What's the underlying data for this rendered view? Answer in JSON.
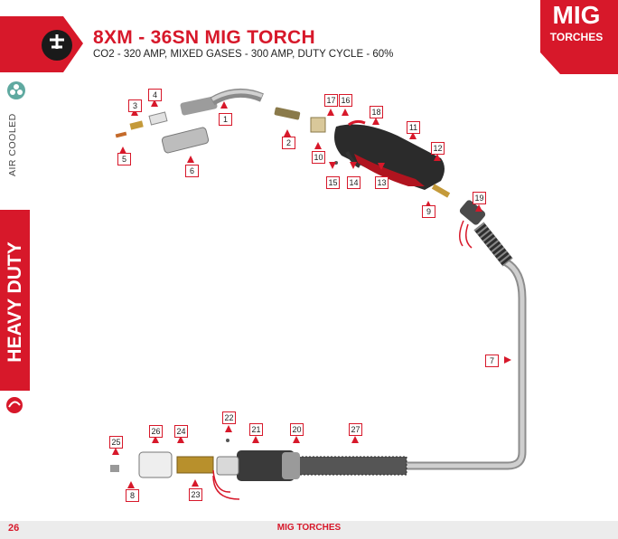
{
  "header": {
    "title": "8XM - 36SN MIG TORCH",
    "subtitle": "CO2 - 320 AMP, MIXED GASES - 300 AMP, DUTY CYCLE - 60%"
  },
  "corner_badge": {
    "line1": "MIG",
    "line2": "TORCHES"
  },
  "side": {
    "cooling": "AIR COOLED",
    "category": "HEAVY DUTY"
  },
  "footer": {
    "page_number": "26",
    "section": "MIG TORCHES"
  },
  "colors": {
    "accent": "#d7182a",
    "cable": "#b9b9b9",
    "handle": "#2b2b2b"
  },
  "parts": [
    {
      "n": "1"
    },
    {
      "n": "2"
    },
    {
      "n": "3"
    },
    {
      "n": "4"
    },
    {
      "n": "5"
    },
    {
      "n": "6"
    },
    {
      "n": "7"
    },
    {
      "n": "8"
    },
    {
      "n": "9"
    },
    {
      "n": "10"
    },
    {
      "n": "11"
    },
    {
      "n": "12"
    },
    {
      "n": "13"
    },
    {
      "n": "14"
    },
    {
      "n": "15"
    },
    {
      "n": "16"
    },
    {
      "n": "17"
    },
    {
      "n": "18"
    },
    {
      "n": "19"
    },
    {
      "n": "20"
    },
    {
      "n": "21"
    },
    {
      "n": "22"
    },
    {
      "n": "23"
    },
    {
      "n": "24"
    },
    {
      "n": "25"
    },
    {
      "n": "26"
    },
    {
      "n": "27"
    }
  ]
}
